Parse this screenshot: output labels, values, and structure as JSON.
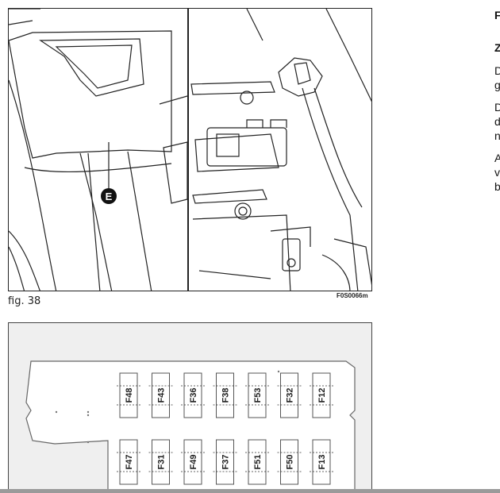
{
  "figure_top": {
    "callout": "E",
    "caption": "fig. 38",
    "image_code": "F0S0066m"
  },
  "fuse_box": {
    "top_row": [
      "F48",
      "F43",
      "F36",
      "F38",
      "F53",
      "F32",
      "F12"
    ],
    "bottom_row": [
      "F47",
      "F31",
      "F49",
      "F37",
      "F51",
      "F50",
      "F13"
    ]
  },
  "right_column": {
    "lines": [
      "F",
      "Z",
      "D",
      "g",
      "D",
      "d",
      "n",
      "A",
      "v",
      "b"
    ]
  }
}
